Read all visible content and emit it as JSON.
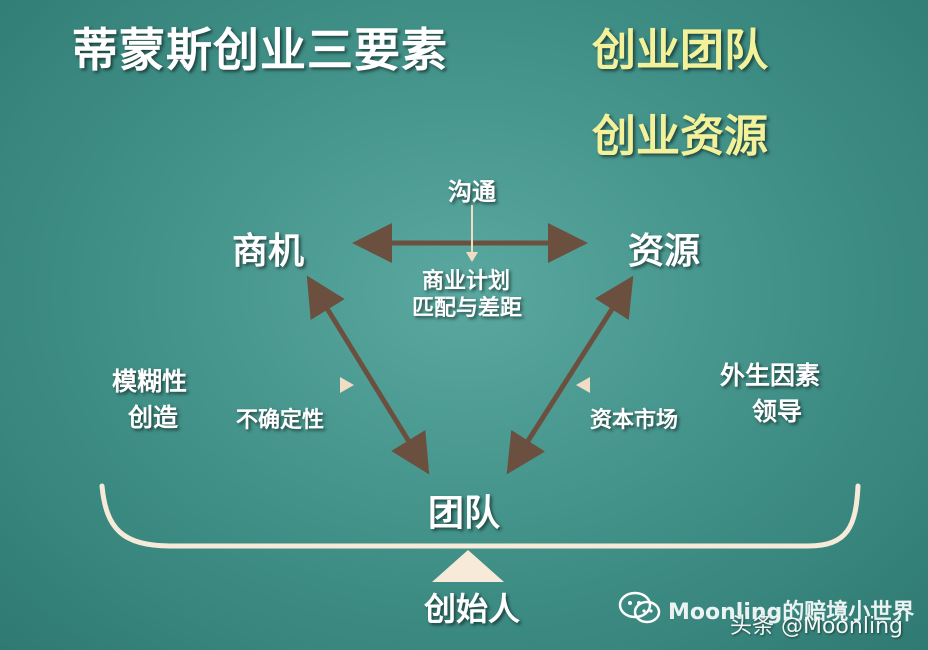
{
  "title": "蒂蒙斯创业三要素",
  "focus": [
    "创业团队",
    "创业资源"
  ],
  "nodes": {
    "opportunity": "商机",
    "resources": "资源",
    "team": "团队",
    "founder": "创始人"
  },
  "labels": {
    "communication": "沟通",
    "bp_line1": "商业计划",
    "bp_line2": "匹配与差距",
    "ambiguity_line1": "模糊性",
    "ambiguity_line2": "创造",
    "uncertainty": "不确定性",
    "external_line1": "外生因素",
    "external_line2": "领导",
    "capital_market": "资本市场"
  },
  "watermark": {
    "line1": "Moonling的赔境小世界",
    "line2": "头条 @Moonling"
  },
  "colors": {
    "background": "#3f8f86",
    "highlight_text": "#f3f29a",
    "arrow_brown": "#6b5040",
    "arrow_light": "#f2dcc4",
    "scale_light": "#f8ead8"
  }
}
